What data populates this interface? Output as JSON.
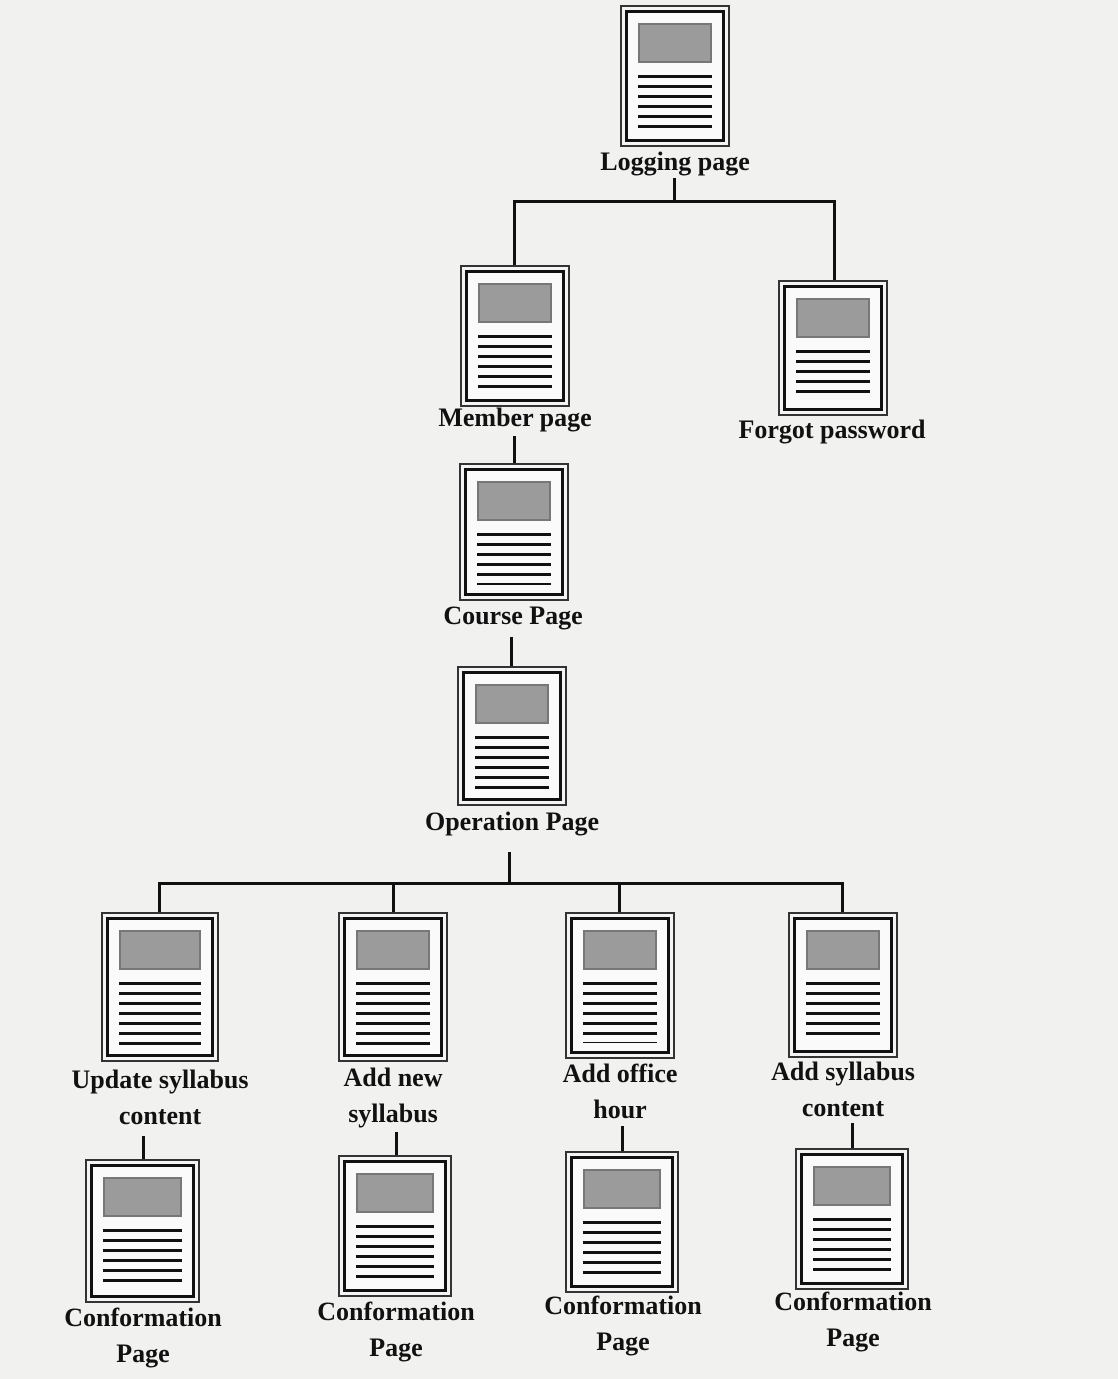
{
  "nodes": {
    "logging": "Logging page",
    "member": "Member page",
    "forgot": "Forgot password",
    "course": "Course Page",
    "operation": "Operation Page",
    "update_syllabus": [
      "Update syllabus",
      "content"
    ],
    "add_new_syllabus": [
      "Add new",
      "syllabus"
    ],
    "add_office_hour": [
      "Add office",
      "hour"
    ],
    "add_syllabus_content": [
      "Add syllabus",
      "content"
    ],
    "confirmation": [
      "Conformation",
      "Page"
    ]
  },
  "icon": "web-page-document-icon"
}
